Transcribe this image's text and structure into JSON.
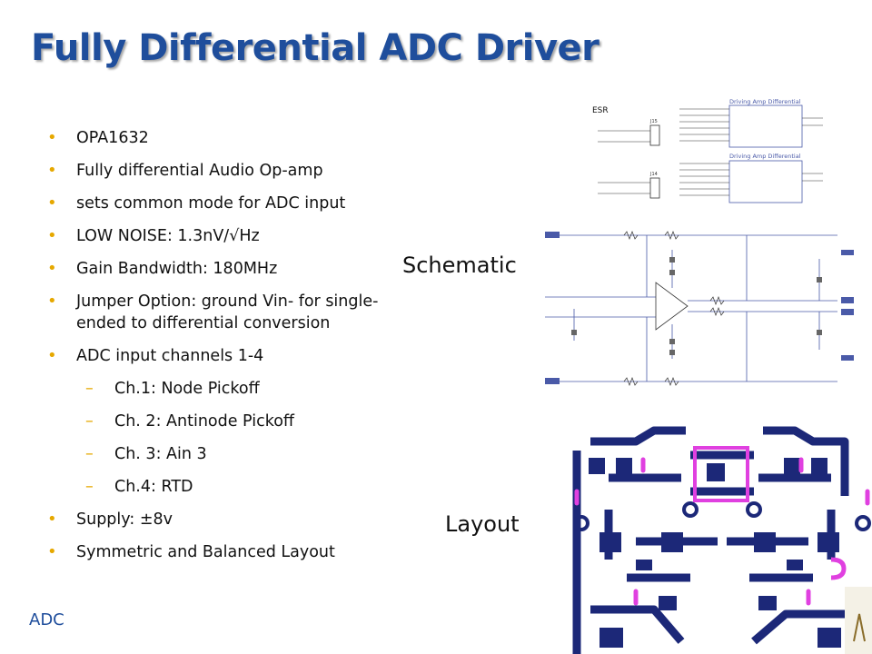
{
  "slide": {
    "title": "Fully Differential ADC Driver",
    "footer": "ADC"
  },
  "bullets": [
    {
      "level": 1,
      "text": "OPA1632"
    },
    {
      "level": 1,
      "text": "Fully differential Audio Op-amp"
    },
    {
      "level": 1,
      "text": "sets common mode for ADC input"
    },
    {
      "level": 1,
      "text": "LOW NOISE: 1.3nV/√Hz"
    },
    {
      "level": 1,
      "text": "Gain Bandwidth: 180MHz"
    },
    {
      "level": 1,
      "text": "Jumper Option: ground Vin- for single-ended to differential conversion"
    },
    {
      "level": 1,
      "text": "ADC input channels 1-4"
    },
    {
      "level": 2,
      "text": "Ch.1: Node Pickoff"
    },
    {
      "level": 2,
      "text": "Ch. 2: Antinode Pickoff"
    },
    {
      "level": 2,
      "text": "Ch. 3: Ain 3"
    },
    {
      "level": 2,
      "text": "Ch.4: RTD"
    },
    {
      "level": 1,
      "text": "Supply: ±8v"
    },
    {
      "level": 1,
      "text": "Symmetric and Balanced Layout"
    }
  ],
  "figures": {
    "schematic_label": "Schematic",
    "layout_label": "Layout",
    "esr_tag": "ESR",
    "block_title_1": "Driving Amp Differential",
    "block_title_2": "Driving Amp Differential",
    "connector_1": "J15",
    "connector_2": "J14"
  },
  "colors": {
    "title": "#1f4e9c",
    "bullet": "#e6a800",
    "pcb_trace": "#1c2878",
    "pcb_silk": "#e040e0",
    "schematic_line": "#4a5aa8"
  }
}
